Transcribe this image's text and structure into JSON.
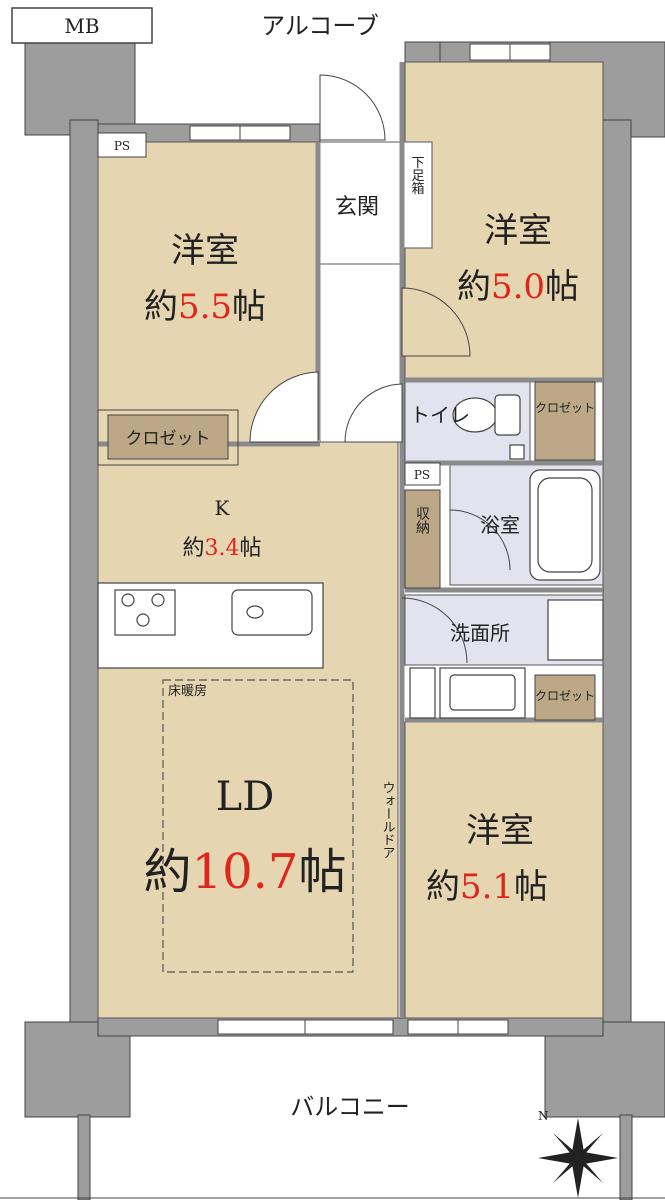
{
  "labels": {
    "mb": "MB",
    "alcove": "アルコーブ",
    "balcony": "バルコニー",
    "ps": "PS",
    "entrance": "玄関",
    "shoe_box": "下足箱",
    "toilet": "トイレ",
    "bath": "浴室",
    "storage": "収納",
    "washroom": "洗面所",
    "closet": "クロゼット",
    "closet_small": "クロゼット",
    "floor_heating": "床暖房",
    "walk_door": "ウォールドア",
    "compass": "N"
  },
  "rooms": {
    "western_nw": {
      "name": "洋室",
      "prefix": "約",
      "size": "5.5",
      "unit": "帖"
    },
    "western_ne": {
      "name": "洋室",
      "prefix": "約",
      "size": "5.0",
      "unit": "帖"
    },
    "western_se": {
      "name": "洋室",
      "prefix": "約",
      "size": "5.1",
      "unit": "帖"
    },
    "kitchen": {
      "name": "K",
      "prefix": "約",
      "size": "3.4",
      "unit": "帖"
    },
    "living": {
      "name": "LD",
      "prefix": "約",
      "size": "10.7",
      "unit": "帖"
    }
  },
  "colors": {
    "room_fill": "#e6d5b1",
    "wall": "#9d9d9d",
    "wet_area": "#e2e3ee",
    "closet_fill": "#bca886",
    "size_red": "#e0251b"
  }
}
